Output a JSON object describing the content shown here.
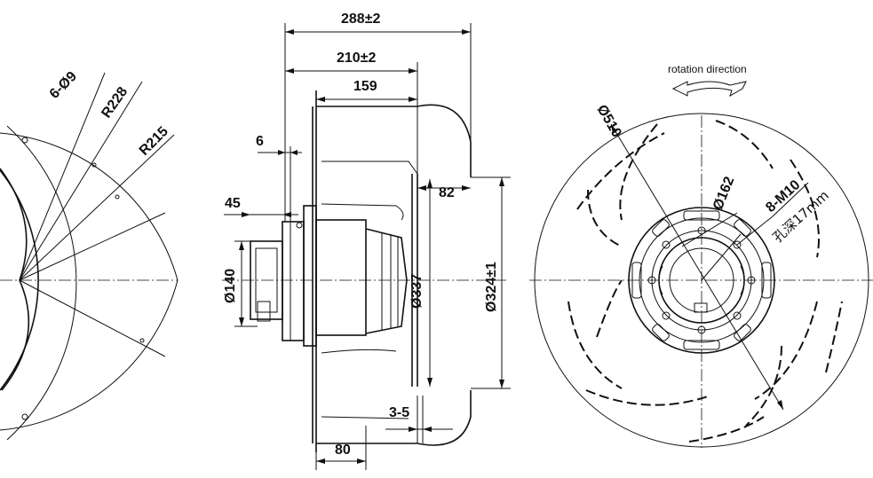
{
  "left_view": {
    "holes_label": "6-Ø9",
    "r_outer_label": "R228",
    "r_inner_label": "R215"
  },
  "side_view": {
    "overall_length": "288±2",
    "mid_length": "210±2",
    "impeller_length": "159",
    "flange_offset": "6",
    "motor_offset": "45",
    "motor_dia": "Ø140",
    "hub_dia": "Ø337",
    "inlet_depth": "82",
    "inlet_dia": "Ø324±1",
    "gap": "3-5",
    "base_len": "80"
  },
  "front_view": {
    "rotation_label": "rotation direction",
    "outer_dia": "Ø510",
    "bolt_circle": "Ø162",
    "thread_label": "8-M10",
    "depth_label": "孔深17mm"
  }
}
